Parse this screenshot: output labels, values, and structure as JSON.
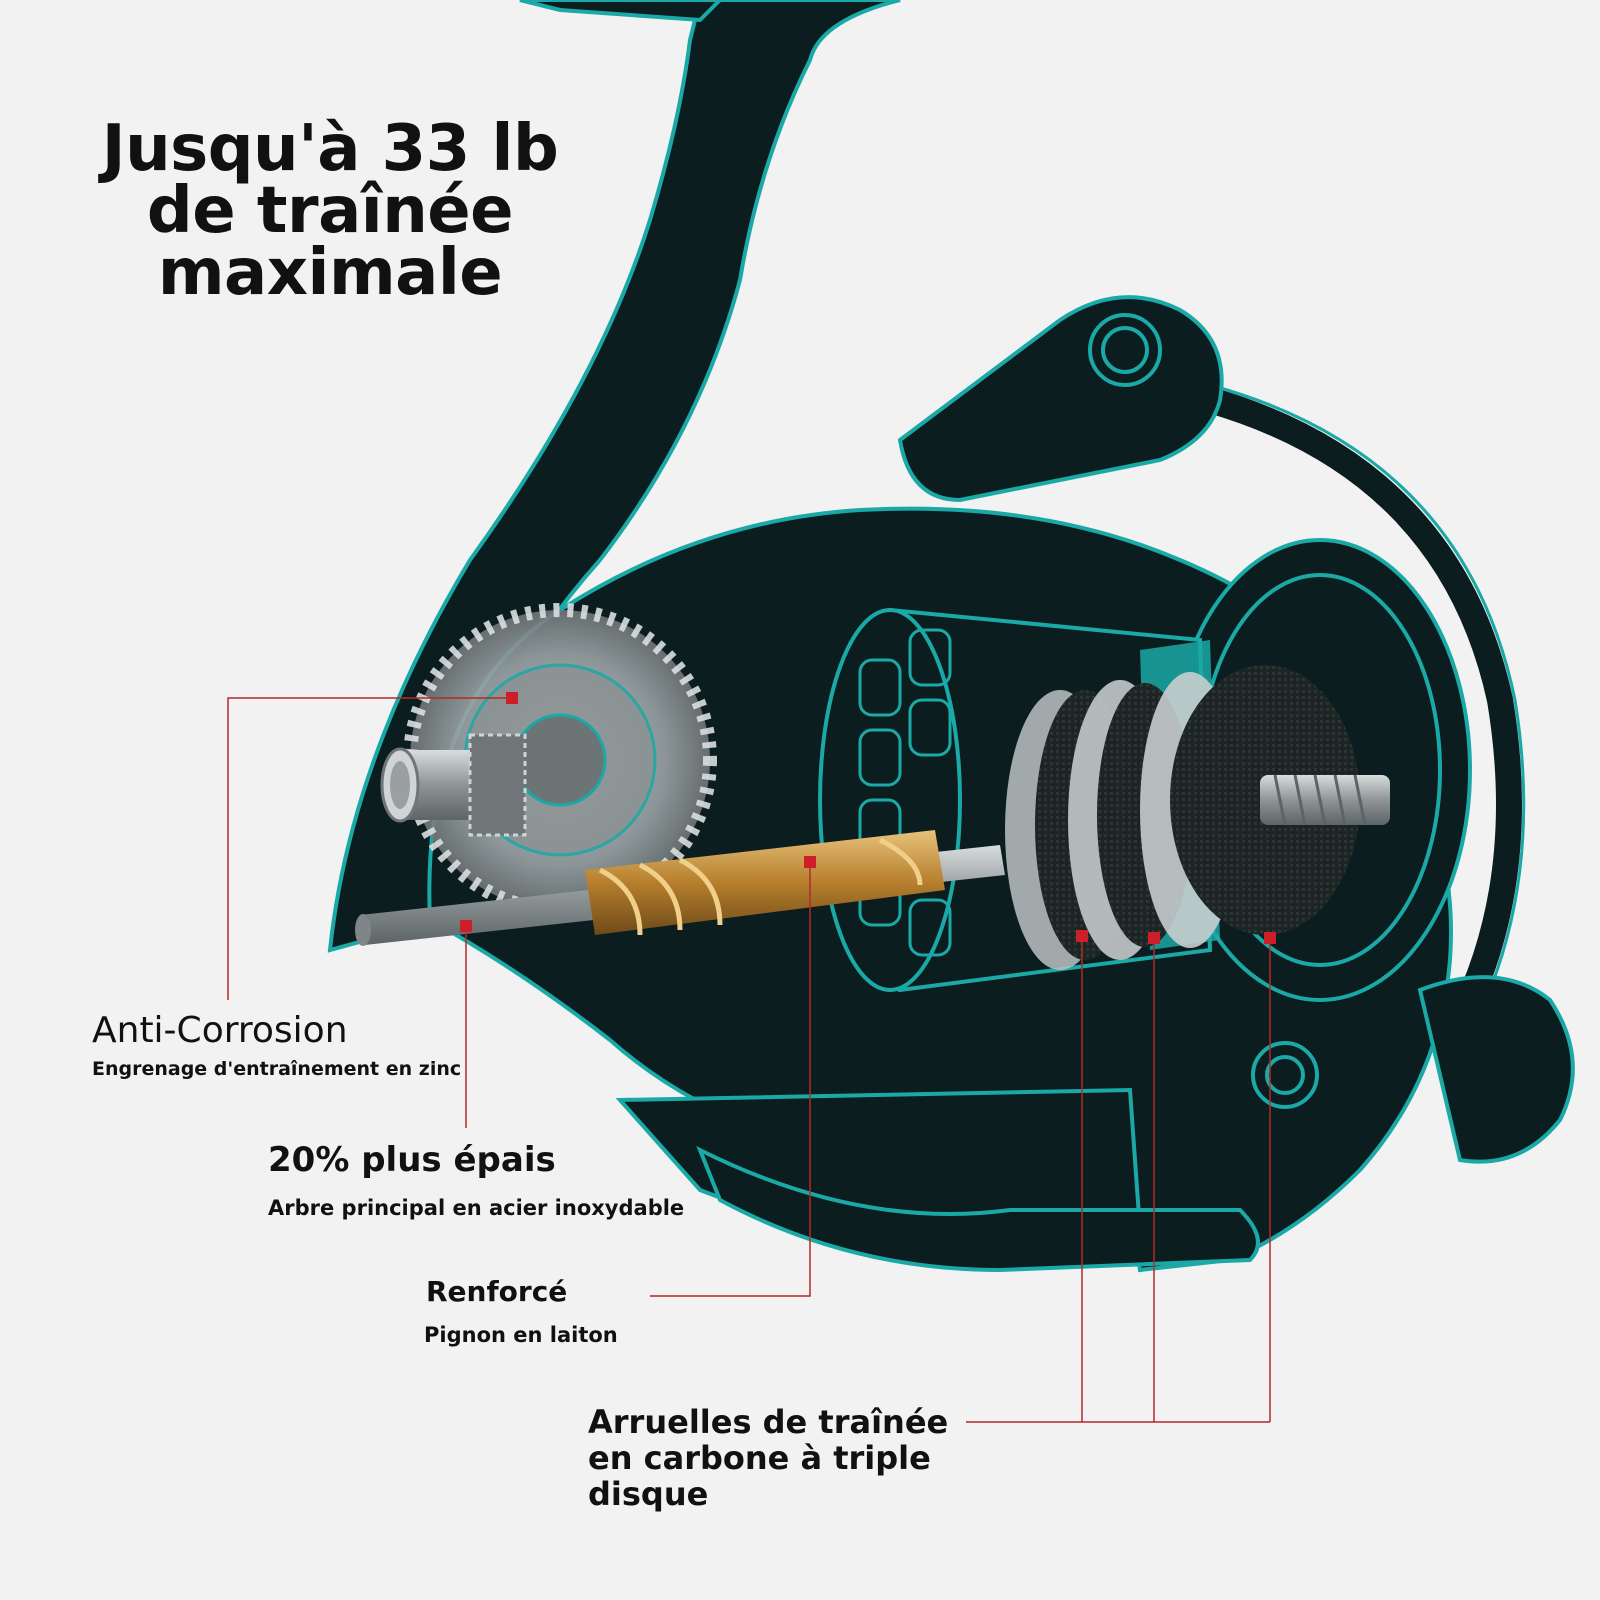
{
  "headline": "Jusqu'à 33 lb de traînée maximale",
  "callouts": [
    {
      "title": "Anti-Corrosion",
      "subtitle": "Engrenage d'entraînement en zinc"
    },
    {
      "title": "20% plus épais",
      "subtitle": "Arbre principal en acier inoxydable"
    },
    {
      "title": "Renforcé",
      "subtitle": "Pignon en laiton"
    },
    {
      "title": "Arruelles de traînée en carbone à triple disque"
    }
  ],
  "colors": {
    "background": "#f2f2f2",
    "reel_body": "#0b1d1e",
    "reel_outline": "#1aa9a6",
    "leader_line": "#b22a2a",
    "marker": "#cc1f2a",
    "brass": "#c9963f",
    "steel": "#a7acae",
    "carbon": "#1c2222"
  }
}
